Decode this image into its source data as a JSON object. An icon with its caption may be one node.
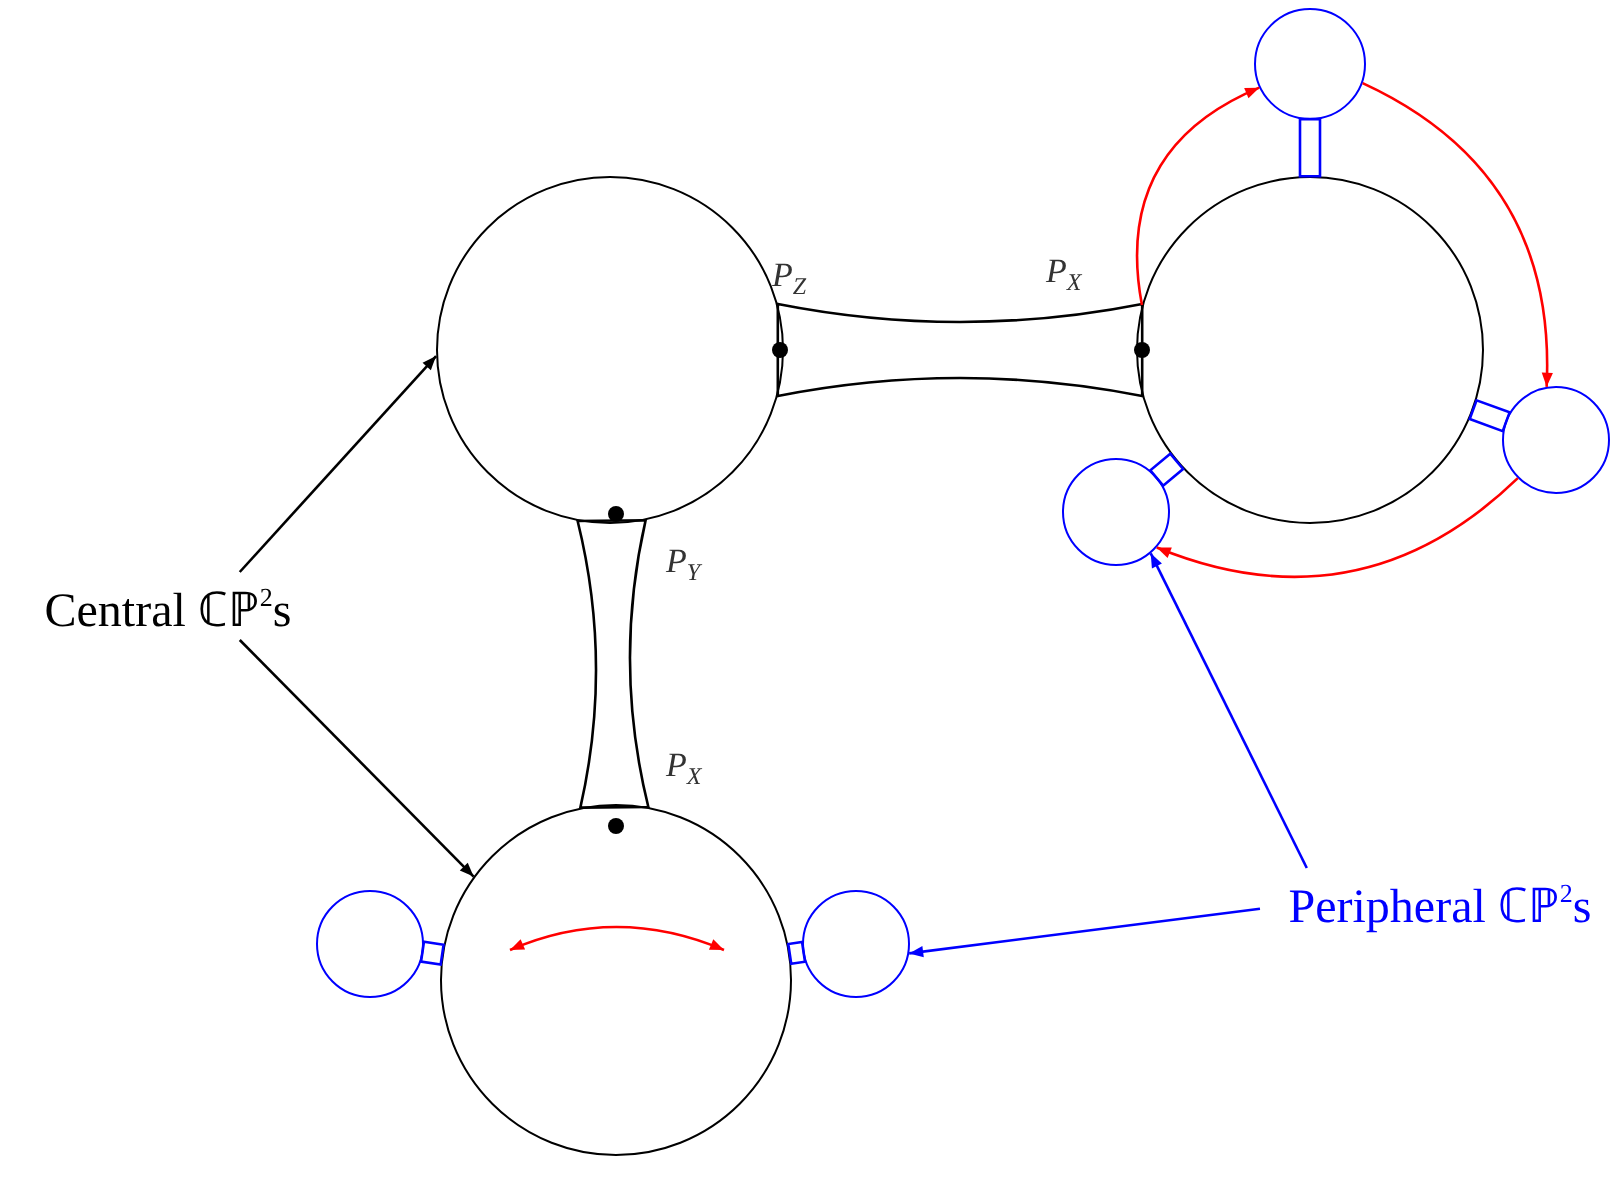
{
  "diagram": {
    "nodes": [
      {
        "text": [
          "Central ℂℙ$^{2}$s"
        ]
      },
      {
        "text": [],
        "shape": "circle"
      },
      {
        "text": [],
        "shape": "circle"
      },
      {
        "text": [],
        "shape": "circle"
      },
      {
        "text": [
          "Peripheral ℂℙ$^{2}$s"
        ]
      },
      {
        "text": [],
        "shape": "circle"
      },
      {
        "text": [],
        "shape": "circle"
      },
      {
        "text": [],
        "shape": "circle"
      },
      {
        "text": [],
        "shape": "circle"
      },
      {
        "text": [],
        "shape": "circle"
      }
    ],
    "edges": [
      {
        "from": 0,
        "to": 1,
        "arrow": "to",
        "color": "#000000"
      },
      {
        "from": 0,
        "to": 3,
        "arrow": "to",
        "color": "#000000"
      },
      {
        "from": 1,
        "to": 2,
        "arrow": "none",
        "color": "#000000"
      },
      {
        "from": 1,
        "to": 3,
        "arrow": "none",
        "color": "#000000"
      },
      {
        "from": 2,
        "to": 5,
        "arrow": "none"
      },
      {
        "from": 2,
        "to": 6,
        "arrow": "none"
      },
      {
        "from": 2,
        "to": 7,
        "arrow": "none"
      },
      {
        "from": 3,
        "to": 8,
        "arrow": "none"
      },
      {
        "from": 3,
        "to": 9,
        "arrow": "none"
      },
      {
        "from": 2,
        "to": 5,
        "arrow": "to",
        "color": "#ff0000"
      },
      {
        "from": 5,
        "to": 6,
        "arrow": "to",
        "color": "#ff0000"
      },
      {
        "from": 6,
        "to": 7,
        "arrow": "to",
        "color": "#ff0000"
      },
      {
        "from": 4,
        "to": 7,
        "arrow": "to",
        "color": "#0000ff"
      },
      {
        "from": 4,
        "to": 9,
        "arrow": "to",
        "color": "#0000ff"
      }
    ],
    "labels": [
      "P$_{Z}$",
      "P$_{X}$",
      "P$_{Y}$",
      "P$_{X}$"
    ]
  }
}
